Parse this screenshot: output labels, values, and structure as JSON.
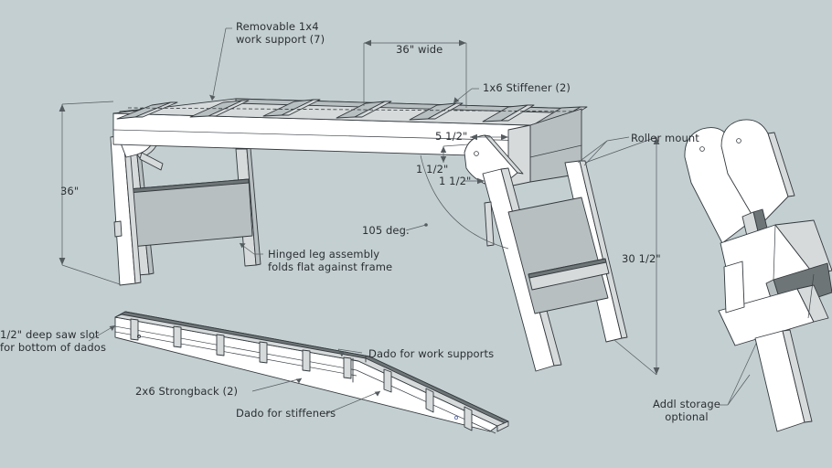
{
  "drawing": {
    "title": "Folding Workbench / Sawhorse Table Plan",
    "background_color": "#c4cfd2",
    "line_color": "#33393d",
    "wood_face_light": "#ffffff",
    "wood_face_mid": "#d8dcdc",
    "wood_face_dark": "#b9bfc0",
    "wood_face_shadow": "#6e7577",
    "text_color": "#2b2f33"
  },
  "annotations": {
    "work_support": "Removable 1x4\nwork support (7)",
    "width_dim": "36\" wide",
    "stiffener": "1x6 Stiffener (2)",
    "height_dim": "36\"",
    "offset_5_5": "5 1/2\"",
    "offset_1_5_a": "1 1/2\"",
    "offset_1_5_b": "1 1/2\"",
    "angle": "105 deg.",
    "roller_mount": "Roller mount",
    "leg_height_dim": "30 1/2\"",
    "hinged_leg": "Hinged leg assembly\nfolds flat against frame",
    "saw_slot": "1/2\" deep saw slot\nfor bottom of dados",
    "strongback": "2x6 Strongback (2)",
    "dado_stiffeners": "Dado for stiffeners",
    "dado_work_supports": "Dado for work supports",
    "addl_storage": "Addl storage\noptional"
  },
  "views": {
    "main": "assembled-workbench-isometric",
    "detail": "strongback-board-detail",
    "folded": "folded-leg-assembly"
  }
}
